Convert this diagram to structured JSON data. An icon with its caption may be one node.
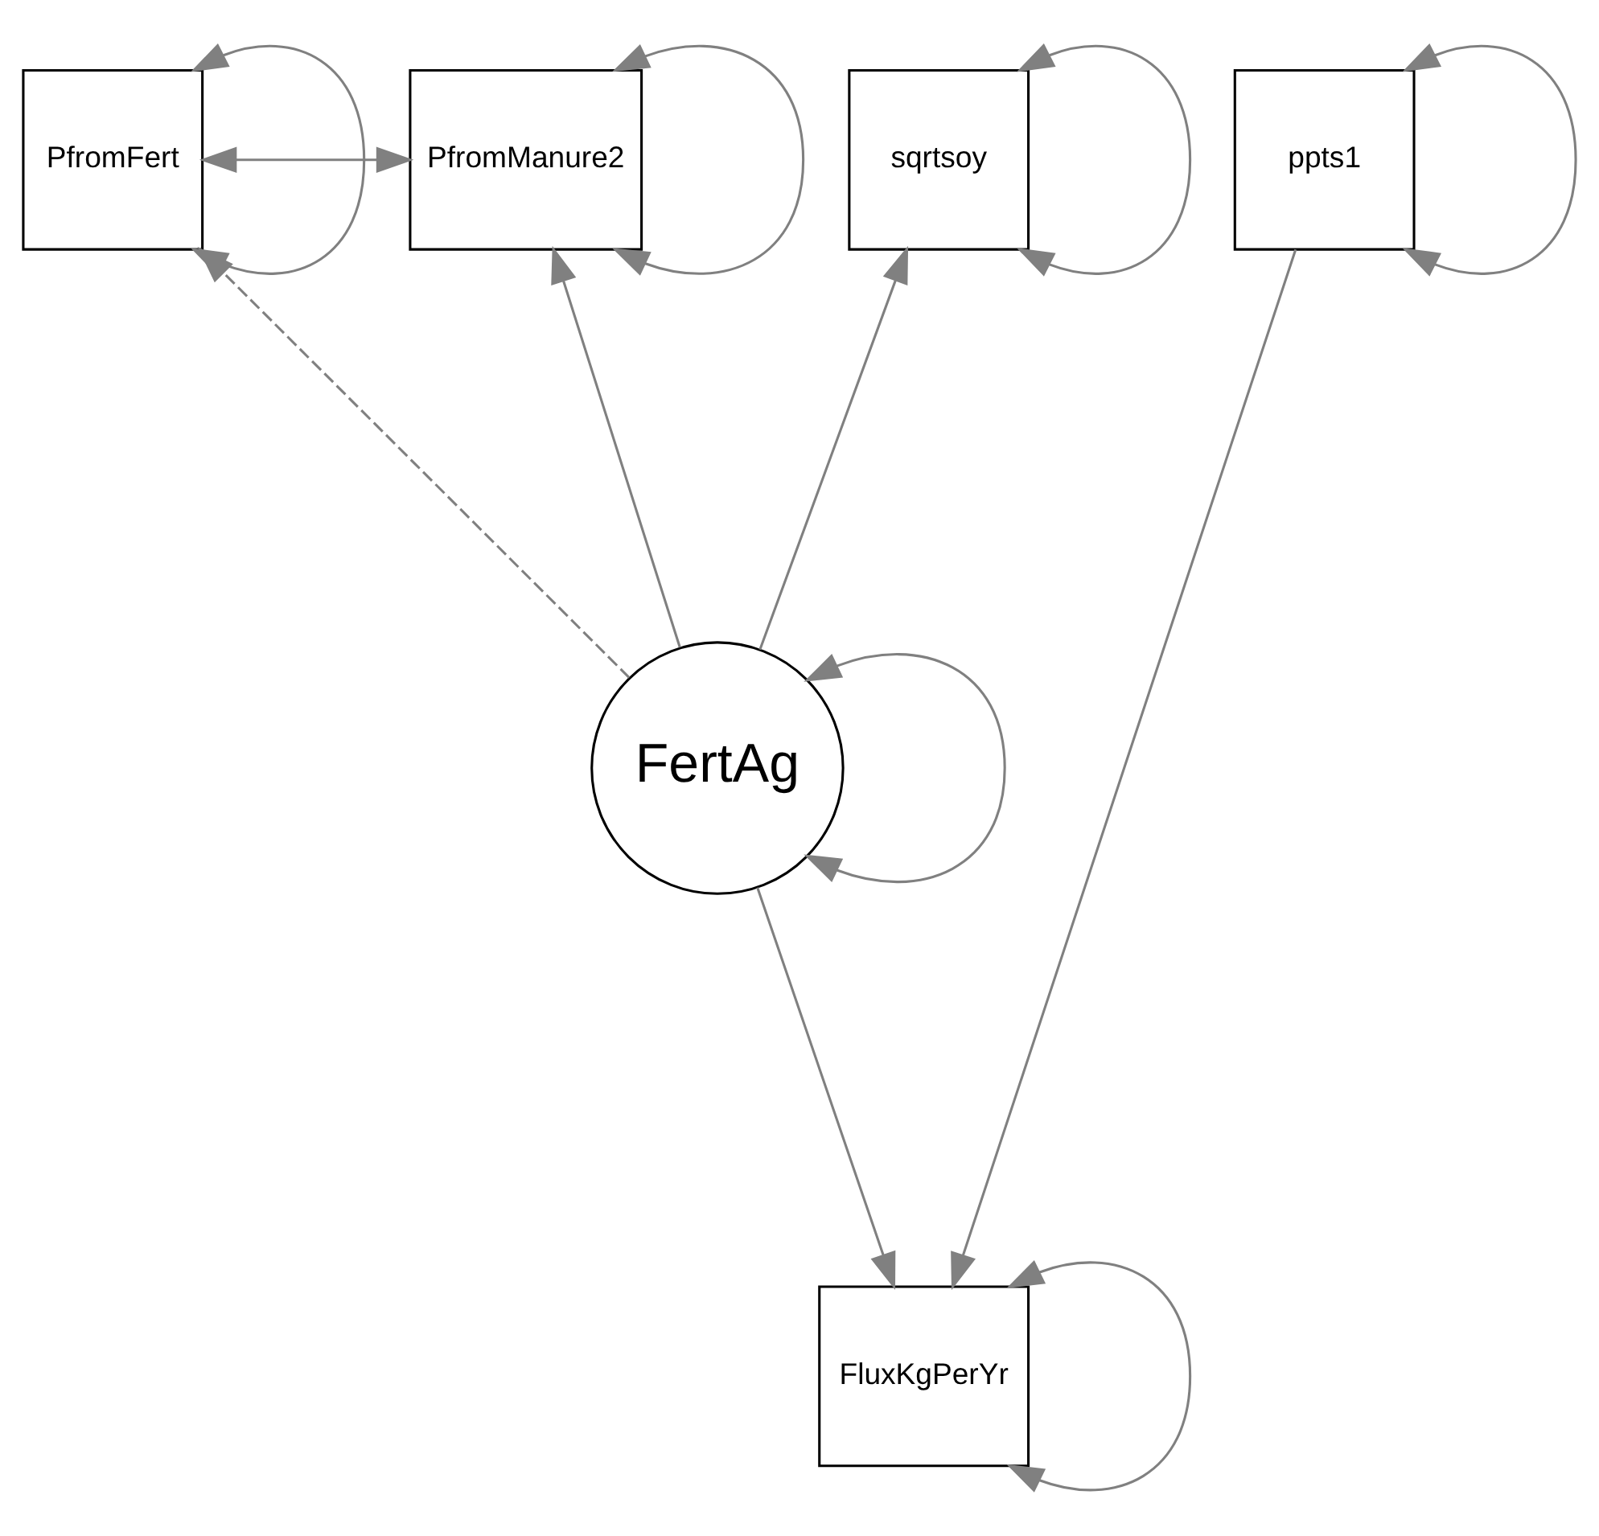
{
  "diagram": {
    "nodes": [
      {
        "text": [
          "PfromFert"
        ]
      },
      {
        "text": [
          "PfromManure2"
        ]
      },
      {
        "text": [
          "sqrtsoy"
        ]
      },
      {
        "text": [
          "ppts1"
        ]
      },
      {
        "text": [
          "FertAg"
        ]
      },
      {
        "text": [
          "FluxKgPerYr"
        ]
      }
    ],
    "edges": [
      {
        "from": 0,
        "to": 0,
        "arrow": "both"
      },
      {
        "from": 1,
        "to": 1,
        "arrow": "both"
      },
      {
        "from": 2,
        "to": 2,
        "arrow": "both"
      },
      {
        "from": 3,
        "to": 3,
        "arrow": "both"
      },
      {
        "from": 0,
        "to": 1,
        "arrow": "both"
      },
      {
        "from": 4,
        "to": 0,
        "arrow": "to",
        "style": "dashed"
      },
      {
        "from": 4,
        "to": 1,
        "arrow": "to"
      },
      {
        "from": 4,
        "to": 2,
        "arrow": "to"
      },
      {
        "from": 3,
        "to": 5,
        "arrow": "to"
      },
      {
        "from": 4,
        "to": 4,
        "arrow": "both"
      },
      {
        "from": 4,
        "to": 5,
        "arrow": "to"
      },
      {
        "from": 5,
        "to": 5,
        "arrow": "both"
      }
    ]
  }
}
